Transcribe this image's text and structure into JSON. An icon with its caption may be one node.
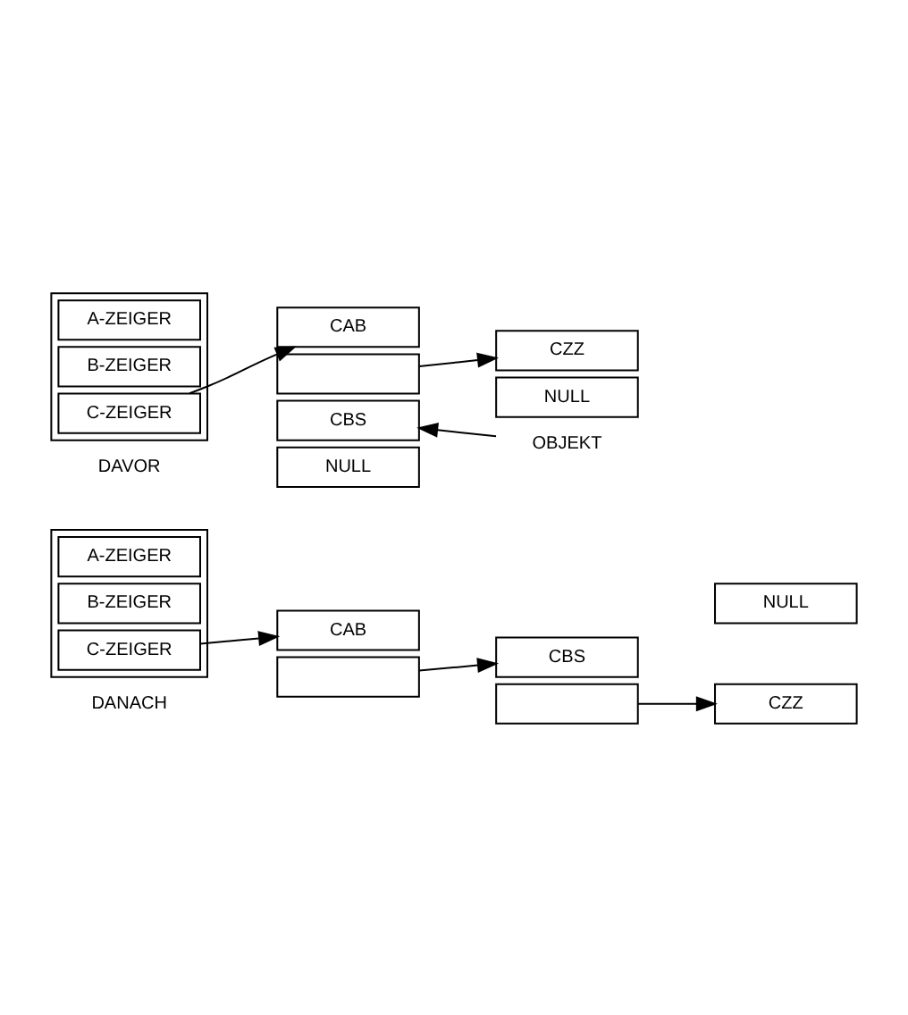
{
  "diagram": {
    "nodes": [
      {
        "text": [],
        "shape": "box"
      },
      {
        "text": [
          "A-ZEIGER"
        ],
        "in": 0
      },
      {
        "text": [
          "B-ZEIGER"
        ],
        "in": 0
      },
      {
        "text": [
          "C-ZEIGER"
        ],
        "in": 0
      },
      {
        "text": [
          "CAB"
        ]
      },
      {
        "text": [],
        "shape": "box"
      },
      {
        "text": [
          "CZZ"
        ]
      },
      {
        "text": [
          "NULL"
        ]
      },
      {
        "text": [
          "CBS"
        ]
      },
      {
        "text": [
          "NULL"
        ]
      },
      {
        "text": [
          "OBJEKT"
        ]
      },
      {
        "text": [],
        "shape": "box"
      },
      {
        "text": [
          "A-ZEIGER"
        ],
        "in": 11
      },
      {
        "text": [
          "B-ZEIGER"
        ],
        "in": 11
      },
      {
        "text": [
          "C-ZEIGER"
        ],
        "in": 11
      },
      {
        "text": [
          "CAB"
        ]
      },
      {
        "text": [],
        "shape": "box"
      },
      {
        "text": [
          "CZZ"
        ]
      },
      {
        "text": [
          "NULL"
        ]
      },
      {
        "text": [
          "CBS"
        ]
      },
      {
        "text": [],
        "shape": "box"
      }
    ],
    "edges": [
      {
        "from": 3,
        "to": 4,
        "arrow": "to"
      },
      {
        "from": 5,
        "to": 6,
        "arrow": "to"
      },
      {
        "from": 10,
        "to": 8,
        "arrow": "to"
      },
      {
        "from": 14,
        "to": 15,
        "arrow": "to"
      },
      {
        "from": 16,
        "to": 19,
        "arrow": "to"
      },
      {
        "from": 20,
        "to": 17,
        "arrow": "to"
      }
    ],
    "labels": [
      "DAVOR",
      "DANACH"
    ]
  }
}
